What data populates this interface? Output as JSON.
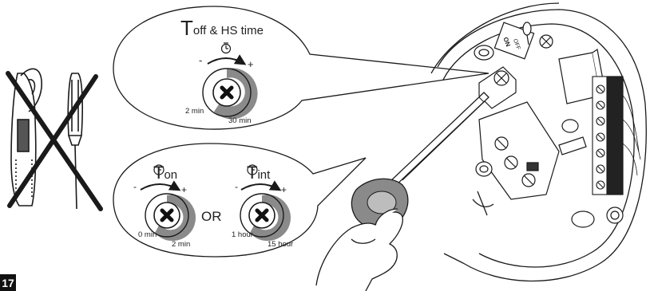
{
  "figure_number": "17",
  "top_bubble": {
    "title_big": "T",
    "title_rest": "off & HS time",
    "minus": "-",
    "plus": "+",
    "min_label": "2 min",
    "max_label": "30 min"
  },
  "bottom_bubble": {
    "ton_big": "T",
    "ton_rest": "on",
    "tint_big": "T",
    "tint_rest": "int",
    "or_label": "OR",
    "minus": "-",
    "plus": "+",
    "ton_min": "0 min",
    "ton_max": "2 min",
    "tint_min": "1 hour",
    "tint_max": "15 hour"
  },
  "device": {
    "switch_on": "ON",
    "switch_text": "OFF"
  },
  "colors": {
    "line": "#1a1a1a",
    "dial_grey": "#8a8a8a",
    "badge": "#111111"
  },
  "icons": [
    "cross-icon",
    "clock-icon",
    "knife-icon",
    "screwdriver-icon",
    "adjuster-tool-icon"
  ]
}
